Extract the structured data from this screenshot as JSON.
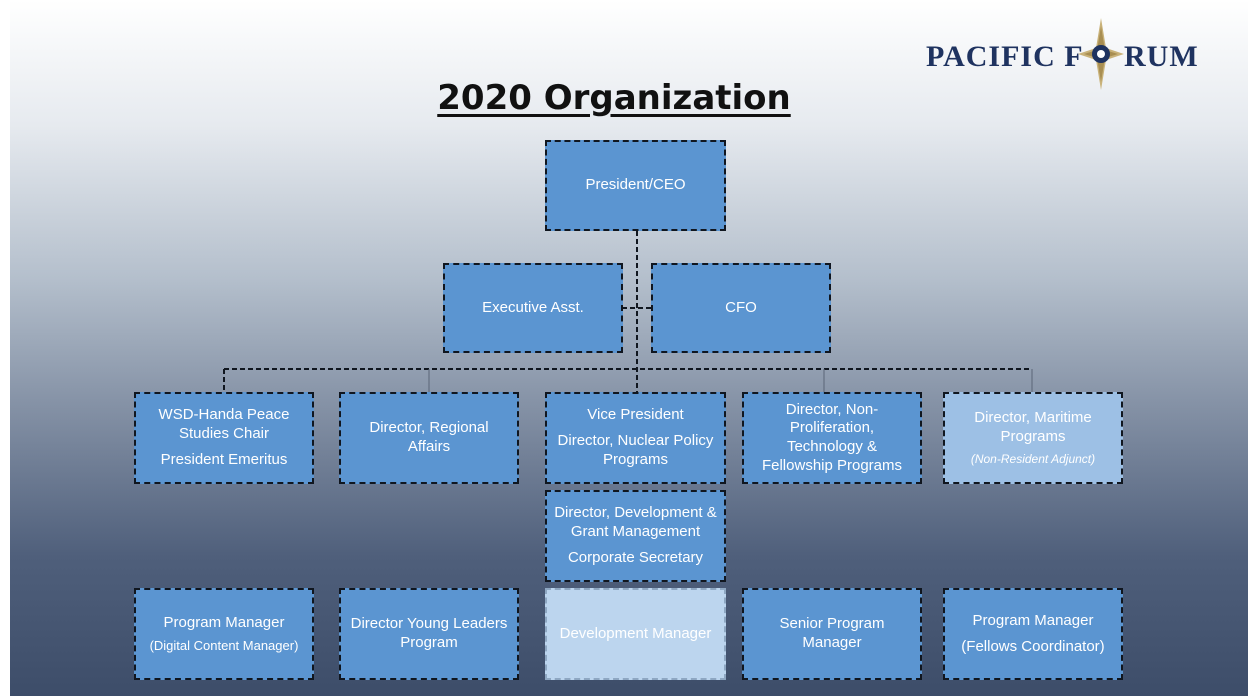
{
  "title": "2020 Organization",
  "logo": {
    "word1": "PACIFIC F",
    "word2": "RUM",
    "emblem": "compass-star-icon"
  },
  "boxes": {
    "president": "President/CEO",
    "exec_asst": "Executive Asst.",
    "cfo": "CFO",
    "wsd": {
      "line1": "WSD-Handa Peace Studies Chair",
      "line2": "President Emeritus"
    },
    "regional": "Director, Regional Affairs",
    "vp": {
      "line1": "Vice President",
      "line2": "Director, Nuclear Policy Programs"
    },
    "nonprolif": "Director, Non-Proliferation, Technology & Fellowship Programs",
    "maritime": {
      "line1": "Director, Maritime Programs",
      "note": "Non-Resident Adjunct"
    },
    "development": {
      "line1": "Director, Development & Grant Management",
      "line2": "Corporate Secretary"
    },
    "pm_digital": {
      "line1": "Program Manager",
      "line2": "(Digital Content Manager)"
    },
    "young_leaders": "Director Young Leaders Program",
    "dev_manager": "Development Manager",
    "senior_pm": "Senior Program Manager",
    "pm_fellows": {
      "line1": "Program Manager",
      "line2": "(Fellows Coordinator)"
    }
  },
  "colors": {
    "box": "#5b95d1",
    "box_light": "#9dc0e5",
    "box_pale": "#bcd5ee",
    "title": "#111111",
    "logo": "#1f3360"
  }
}
